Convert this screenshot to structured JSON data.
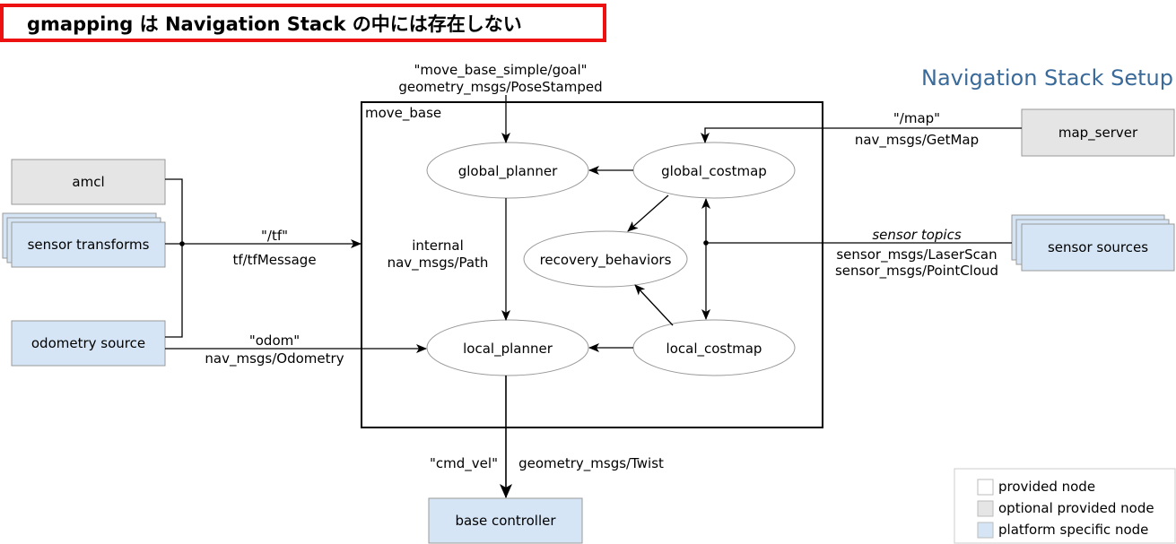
{
  "banner": {
    "text": "gmapping は Navigation Stack の中には存在しない"
  },
  "title": "Navigation Stack Setup",
  "move_base": {
    "label": "move_base"
  },
  "nodes": {
    "amcl": "amcl",
    "sensor_transforms": "sensor transforms",
    "odometry_source": "odometry source",
    "map_server": "map_server",
    "sensor_sources": "sensor sources",
    "base_controller": "base controller",
    "global_planner": "global_planner",
    "global_costmap": "global_costmap",
    "recovery_behaviors": "recovery_behaviors",
    "local_planner": "local_planner",
    "local_costmap": "local_costmap"
  },
  "edges": {
    "goal_topic": "\"move_base_simple/goal\"",
    "goal_type": "geometry_msgs/PoseStamped",
    "map_topic": "\"/map\"",
    "map_type": "nav_msgs/GetMap",
    "tf_topic": "\"/tf\"",
    "tf_type": "tf/tfMessage",
    "odom_topic": "\"odom\"",
    "odom_type": "nav_msgs/Odometry",
    "internal_1": "internal",
    "internal_2": "nav_msgs/Path",
    "sensor_topic": "sensor topics",
    "sensor_type_1": "sensor_msgs/LaserScan",
    "sensor_type_2": "sensor_msgs/PointCloud",
    "cmd_topic": "\"cmd_vel\"",
    "cmd_type": "geometry_msgs/Twist"
  },
  "legend": {
    "provided": "provided node",
    "optional": "optional provided node",
    "platform": "platform specific node"
  },
  "colors": {
    "banner_border": "#ee1111",
    "title": "#3a6a9a",
    "optional_fill": "#e5e5e5",
    "platform_fill": "#d5e5f5",
    "provided_fill": "#ffffff"
  }
}
